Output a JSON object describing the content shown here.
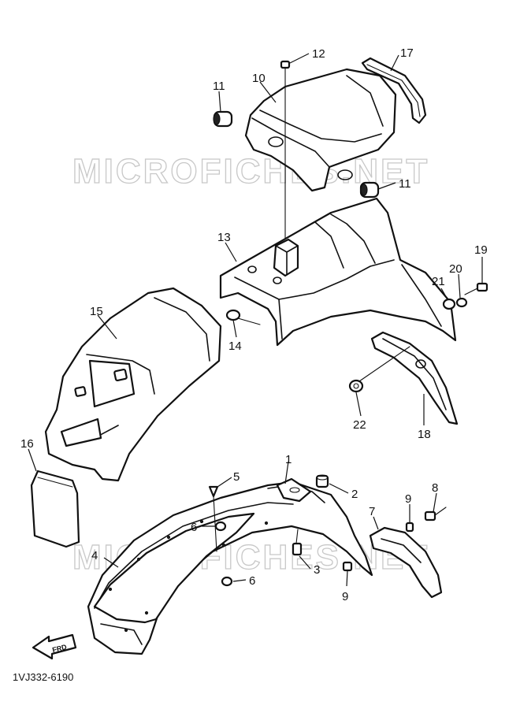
{
  "watermark": "MICROFICHES.NET",
  "diagram_code": "1VJ332-6190",
  "direction_arrow": "FRD",
  "callouts": {
    "c1": "1",
    "c2": "2",
    "c3": "3",
    "c4": "4",
    "c5": "5",
    "c6a": "6",
    "c6b": "6",
    "c7": "7",
    "c8": "8",
    "c9a": "9",
    "c9b": "9",
    "c10": "10",
    "c11a": "11",
    "c11b": "11",
    "c12": "12",
    "c13": "13",
    "c14": "14",
    "c15": "15",
    "c16": "16",
    "c17": "17",
    "c18": "18",
    "c19": "19",
    "c20": "20",
    "c21": "21",
    "c22": "22"
  }
}
